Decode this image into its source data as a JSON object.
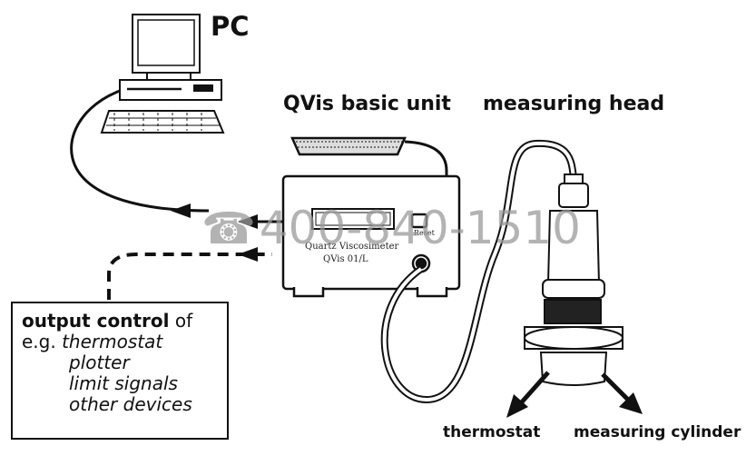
{
  "labels": {
    "pc": "PC",
    "basic_unit": "QVis basic unit",
    "measuring_head": "measuring head",
    "thermostat": "thermostat",
    "measuring_cylinder": "measuring cylinder"
  },
  "output_box": {
    "title_bold": "output control",
    "title_rest": " of",
    "eg_prefix": "e.g. ",
    "items": [
      "thermostat",
      "plotter",
      "limit signals",
      "other devices"
    ]
  },
  "device": {
    "name": "Quartz Viscosimeter",
    "model": "QVis 01/L",
    "reset_button": "Reset"
  },
  "watermark": {
    "icon": "telephone-icon",
    "text": "400-840-1510"
  }
}
